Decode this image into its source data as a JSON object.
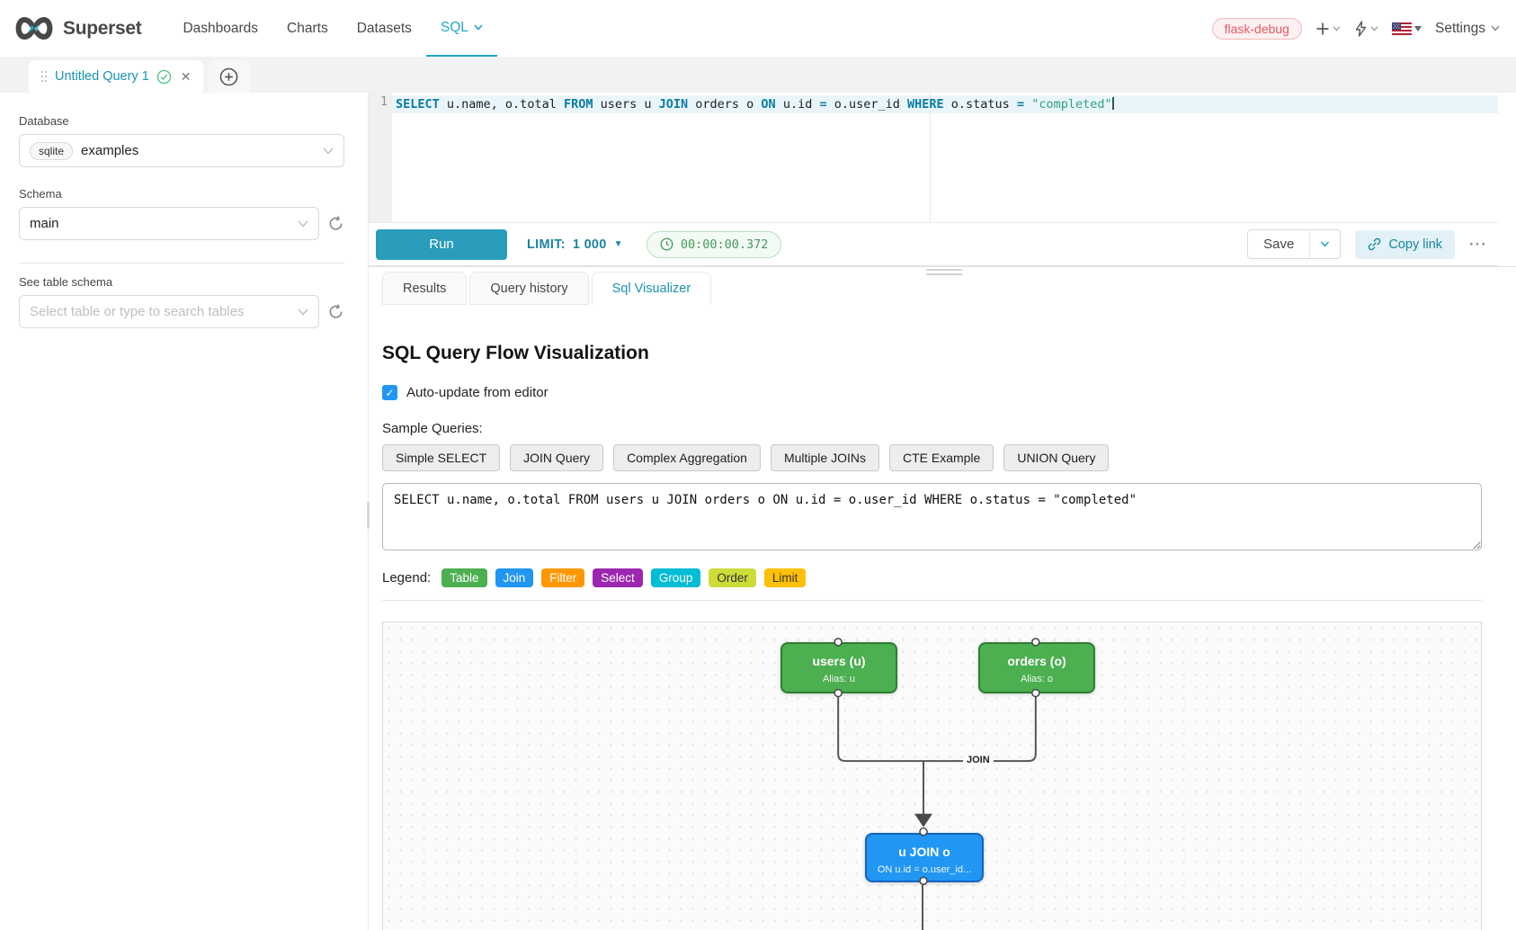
{
  "navbar": {
    "brand": "Superset",
    "items": [
      {
        "label": "Dashboards"
      },
      {
        "label": "Charts"
      },
      {
        "label": "Datasets"
      },
      {
        "label": "SQL"
      }
    ],
    "environment_tag": "flask-debug",
    "settings_label": "Settings"
  },
  "editor_tabs": {
    "active_tab_label": "Untitled Query 1"
  },
  "sidebar": {
    "database_label": "Database",
    "database_engine": "sqlite",
    "database_value": "examples",
    "schema_label": "Schema",
    "schema_value": "main",
    "table_label": "See table schema",
    "table_placeholder": "Select table or type to search tables"
  },
  "sql_editor": {
    "line_number": "1",
    "tokens": [
      {
        "text": "SELECT",
        "type": "kw"
      },
      {
        "text": " u.name, o.total ",
        "type": "plain"
      },
      {
        "text": "FROM",
        "type": "kw"
      },
      {
        "text": " users u ",
        "type": "plain"
      },
      {
        "text": "JOIN",
        "type": "kw"
      },
      {
        "text": " orders o ",
        "type": "plain"
      },
      {
        "text": "ON",
        "type": "kw"
      },
      {
        "text": " u.id ",
        "type": "plain"
      },
      {
        "text": "=",
        "type": "op"
      },
      {
        "text": " o.user_id ",
        "type": "plain"
      },
      {
        "text": "WHERE",
        "type": "kw"
      },
      {
        "text": " o.status ",
        "type": "plain"
      },
      {
        "text": "=",
        "type": "op"
      },
      {
        "text": " ",
        "type": "plain"
      },
      {
        "text": "\"completed\"",
        "type": "str"
      }
    ]
  },
  "toolbar": {
    "run_label": "Run",
    "limit_label": "LIMIT:",
    "limit_value": "1 000",
    "timer_value": "00:00:00.372",
    "save_label": "Save",
    "copy_link_label": "Copy link",
    "more_label": "···"
  },
  "south_tabs": [
    {
      "label": "Results"
    },
    {
      "label": "Query history"
    },
    {
      "label": "Sql Visualizer"
    }
  ],
  "visualizer": {
    "title": "SQL Query Flow Visualization",
    "auto_update_label": "Auto-update from editor",
    "auto_update_checked": true,
    "check_glyph": "✓",
    "sample_queries_label": "Sample Queries:",
    "sample_buttons": [
      "Simple SELECT",
      "JOIN Query",
      "Complex Aggregation",
      "Multiple JOINs",
      "CTE Example",
      "UNION Query"
    ],
    "query_text": "SELECT u.name, o.total FROM users u JOIN orders o ON u.id = o.user_id WHERE o.status = \"completed\"",
    "legend_label": "Legend:",
    "legend_items": [
      {
        "label": "Table",
        "color": "#4caf50",
        "text_color": "#ffffff"
      },
      {
        "label": "Join",
        "color": "#2196f3",
        "text_color": "#ffffff"
      },
      {
        "label": "Filter",
        "color": "#ff9800",
        "text_color": "#ffffff"
      },
      {
        "label": "Select",
        "color": "#9c27b0",
        "text_color": "#ffffff"
      },
      {
        "label": "Group",
        "color": "#00bcd4",
        "text_color": "#ffffff"
      },
      {
        "label": "Order",
        "color": "#cddc39",
        "text_color": "#333333"
      },
      {
        "label": "Limit",
        "color": "#ffc107",
        "text_color": "#333333"
      }
    ],
    "flow": {
      "nodes": [
        {
          "title": "users (u)",
          "subtitle": "Alias: u",
          "color": "#4caf50",
          "border_color": "#2e7d32"
        },
        {
          "title": "orders (o)",
          "subtitle": "Alias: o",
          "color": "#4caf50",
          "border_color": "#2e7d32"
        },
        {
          "title": "u JOIN o",
          "subtitle": "ON u.id = o.user_id...",
          "color": "#2196f3",
          "border_color": "#1565c0"
        }
      ],
      "edge_label": "JOIN"
    }
  },
  "colors": {
    "accent_teal": "#20a7c9",
    "success_green": "#459a5d",
    "error_red": "#e25a66",
    "edge_gray": "#555555"
  }
}
